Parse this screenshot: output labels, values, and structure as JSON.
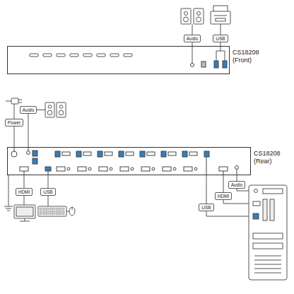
{
  "diagram": {
    "nodes": [
      {
        "text": [
          "Audio"
        ]
      },
      {
        "text": [
          "USB"
        ]
      },
      {
        "text": [
          "CS18208 (Front)"
        ]
      },
      {
        "text": [
          "Audio"
        ]
      },
      {
        "text": [
          "Power"
        ]
      },
      {
        "text": [
          "CS18208 (Rear)"
        ]
      },
      {
        "text": [
          "Audio"
        ]
      },
      {
        "text": [
          "HDMI"
        ]
      },
      {
        "text": [
          "USB"
        ]
      },
      {
        "text": [
          "HDMI"
        ]
      },
      {
        "text": [
          "USB"
        ]
      }
    ],
    "edges": [
      {
        "from": 0,
        "to": 2,
        "arrow": "none"
      },
      {
        "from": 1,
        "to": 2,
        "arrow": "none"
      },
      {
        "from": 3,
        "to": 5,
        "arrow": "none"
      },
      {
        "from": 4,
        "to": 5,
        "arrow": "none"
      },
      {
        "from": 6,
        "to": 5,
        "arrow": "none"
      },
      {
        "from": 7,
        "to": 5,
        "arrow": "none"
      },
      {
        "from": 8,
        "to": 5,
        "arrow": "none"
      },
      {
        "from": 9,
        "to": 5,
        "arrow": "none"
      },
      {
        "from": 10,
        "to": 5,
        "arrow": "none"
      }
    ]
  }
}
